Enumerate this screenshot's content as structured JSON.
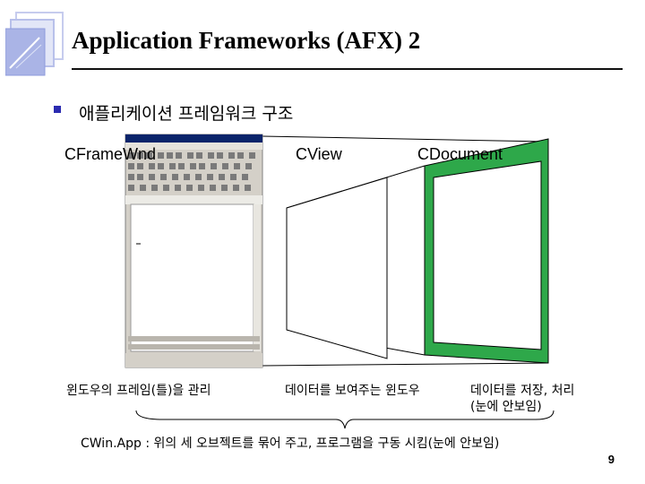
{
  "slide": {
    "title": "Application Frameworks (AFX) 2",
    "bullet": "애플리케이션 프레임워크 구조",
    "page_number": "9"
  },
  "labels": {
    "frame": "CFrameWnd",
    "view": "CView",
    "document": "CDocument"
  },
  "captions": {
    "frame": "윈도우의 프레임(틀)을 관리",
    "view": "데이터를 보여주는 윈도우",
    "document_line1": "데이터를 저장, 처리",
    "document_line2": "(눈에 안보임)",
    "app": "CWin.App : 위의 세 오브젝트를 묶어 주고, 프로그램을 구동 시킴(눈에 안보임)"
  },
  "colors": {
    "accent_blue": "#2b2bb0",
    "document_green": "#2ea84a",
    "logo_blue": "#aab4e6"
  }
}
